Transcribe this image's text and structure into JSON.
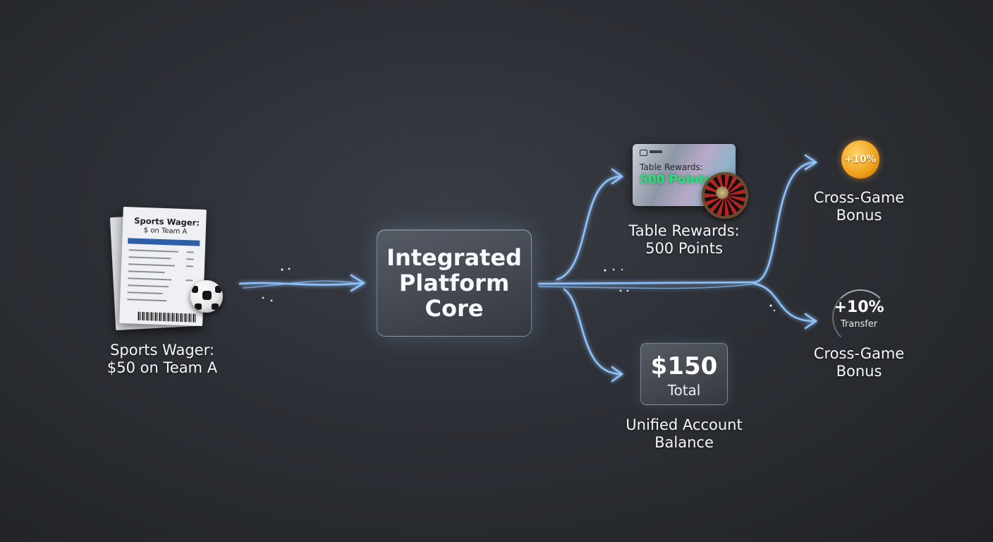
{
  "ticket": {
    "title": "Sports Wager:",
    "subtitle": "$ on Team A"
  },
  "source_label": {
    "line1": "Sports Wager:",
    "line2": "$50 on Team A"
  },
  "core": {
    "label": "Integrated\nPlatform\nCore"
  },
  "table_rewards_card": {
    "title": "Table Rewards:",
    "points": "500 Points"
  },
  "table_rewards_label": {
    "line1": "Table Rewards:",
    "line2": "500 Points"
  },
  "balance_card": {
    "amount": "$150",
    "sub": "Total"
  },
  "balance_label": {
    "line1": "Unified Account",
    "line2": "Balance"
  },
  "coin": {
    "text": "+10%"
  },
  "bonus_top_label": {
    "line1": "Cross-Game",
    "line2": "Bonus"
  },
  "transfer": {
    "percent": "+10%",
    "text": "Transfer"
  },
  "bonus_bottom_label": {
    "line1": "Cross-Game",
    "line2": "Bonus"
  },
  "colors": {
    "flow": "#8fc3ff",
    "flow_glow": "#4f9cff",
    "points_green": "#25e07a",
    "coin_gold": "#f0a21a"
  }
}
